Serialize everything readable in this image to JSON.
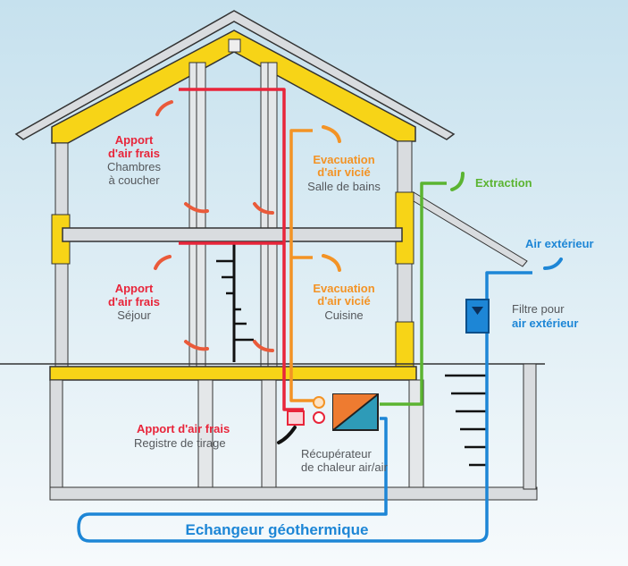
{
  "labels": {
    "supply_bedrooms": {
      "title_1": "Apport",
      "title_2": "d'air frais",
      "room_1": "Chambres",
      "room_2": "à coucher"
    },
    "supply_living": {
      "title_1": "Apport",
      "title_2": "d'air frais",
      "room_1": "Séjour"
    },
    "exhaust_bath": {
      "title_1": "Evacuation",
      "title_2": "d'air vicié",
      "room_1": "Salle de bains"
    },
    "exhaust_kitchen": {
      "title_1": "Evacuation",
      "title_2": "d'air vicié",
      "room_1": "Cuisine"
    },
    "extraction": "Extraction",
    "outside_air": "Air extérieur",
    "filter": {
      "line_1": "Filtre pour",
      "line_2": "air extérieur"
    },
    "draft_register": {
      "title": "Apport d'air frais",
      "sub": "Registre de tirage"
    },
    "recuperator": {
      "line_1": "Récupérateur",
      "line_2": "de chaleur air/air"
    },
    "geothermal": "Echangeur géothermique"
  },
  "colors": {
    "supply": "#e8253a",
    "exhaust": "#f39325",
    "extraction": "#5bb431",
    "outdoor": "#1d86d6",
    "insulation": "#f7d417"
  }
}
